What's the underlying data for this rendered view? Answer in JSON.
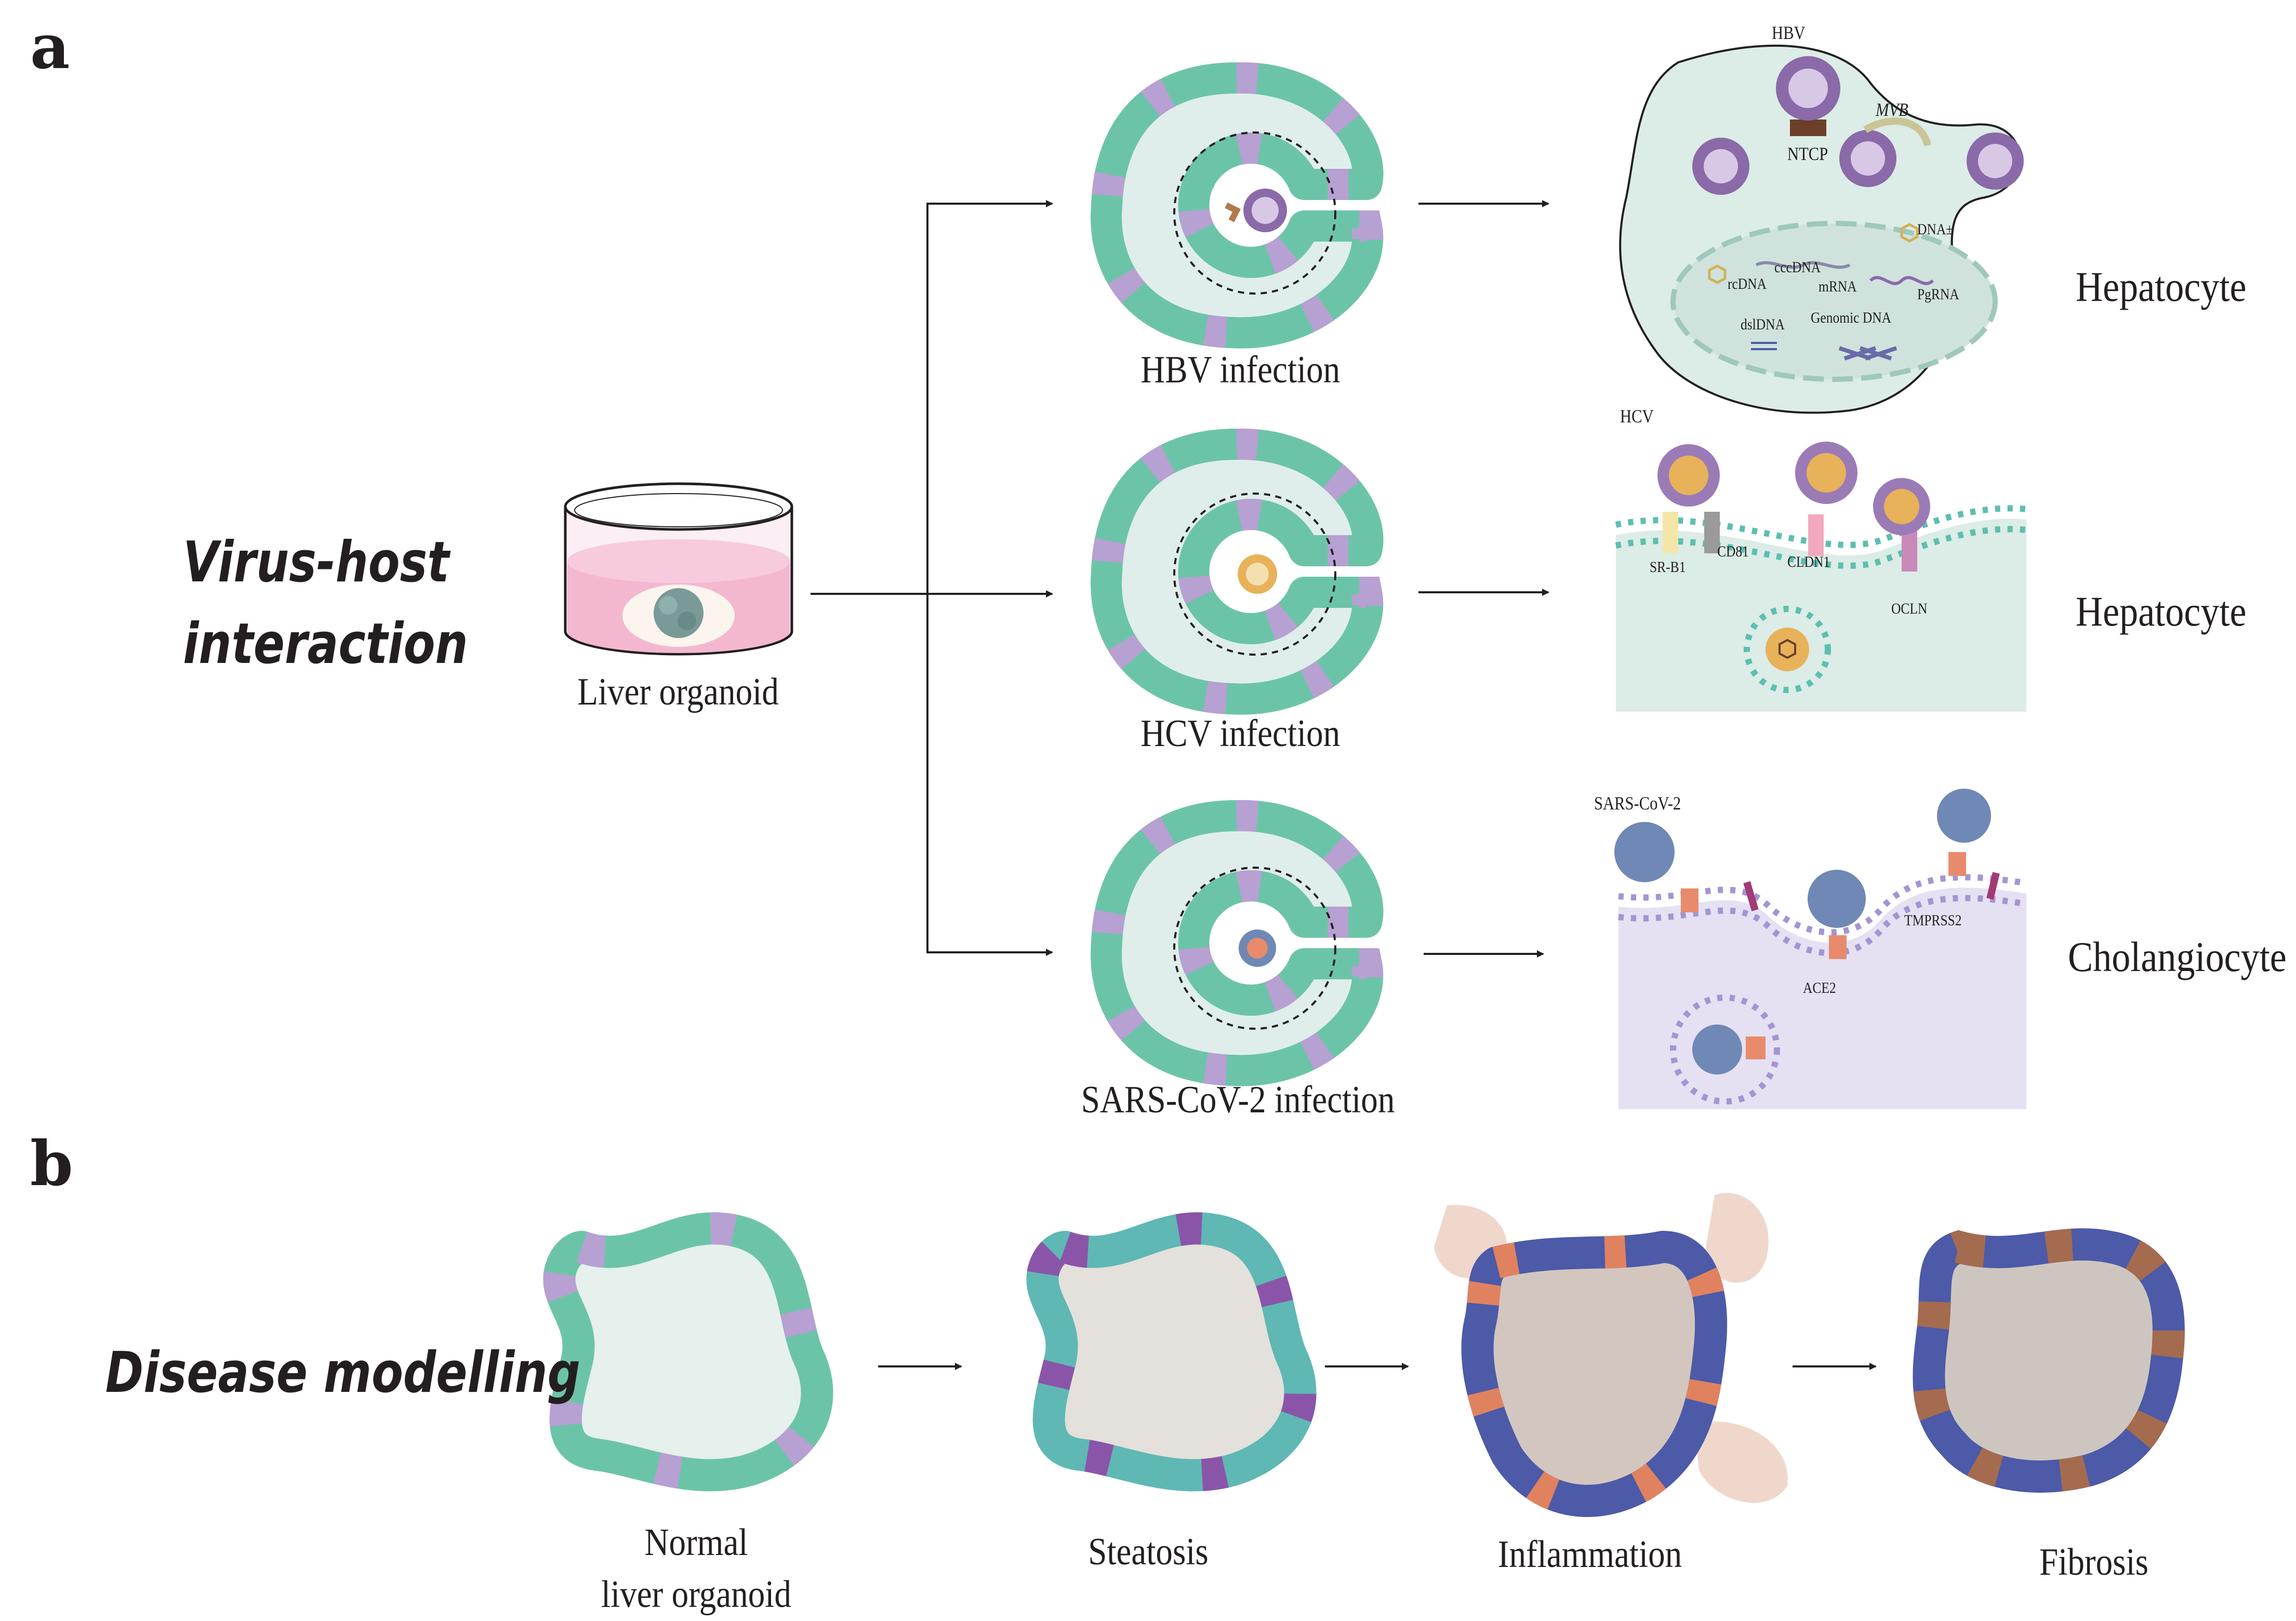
{
  "panel_labels": {
    "a": "a",
    "b": "b"
  },
  "panel_a": {
    "theme": [
      "Virus-host",
      "interaction"
    ],
    "source": "Liver organoid",
    "infections": [
      {
        "caption": "HBV infection",
        "cell_type": "Hepatocyte"
      },
      {
        "caption": "HCV infection",
        "cell_type": "Hepatocyte"
      },
      {
        "caption": "SARS-CoV-2 infection",
        "cell_type": "Cholangiocyte"
      }
    ],
    "hbv_detail": {
      "virus": "HBV",
      "receptor": "NTCP",
      "mvb": "MVB",
      "labels": [
        "DNA±",
        "cccDNA",
        "rcDNA",
        "mRNA",
        "PgRNA",
        "dslDNA",
        "Genomic DNA"
      ]
    },
    "hcv_detail": {
      "virus": "HCV",
      "receptors": [
        "SR-B1",
        "CD81",
        "CLDN1",
        "OCLN"
      ]
    },
    "sars_detail": {
      "virus": "SARS-CoV-2",
      "receptors": [
        "TMPRSS2",
        "ACE2"
      ]
    }
  },
  "panel_b": {
    "theme": "Disease modelling",
    "stages": [
      [
        "Normal",
        "liver organoid"
      ],
      [
        "Steatosis"
      ],
      [
        "Inflammation"
      ],
      [
        "Fibrosis"
      ]
    ]
  },
  "colors": {
    "hepatocyte_green": "#6cc4a8",
    "cholangiocyte_purple": "#b7a0d2",
    "lumen_light": "#e3f0ed",
    "cell_bg_green": "#dcece6",
    "cell_bg_purple": "#e5e1f3",
    "virus_purple": "#8a6aa8",
    "virus_blue": "#6f88b5",
    "dish_pink": "#f3b8cf",
    "inflamed_blue": "#4c5aa8",
    "inflamed_orange": "#e0825f",
    "fibrosis_brown": "#a56b4f"
  }
}
